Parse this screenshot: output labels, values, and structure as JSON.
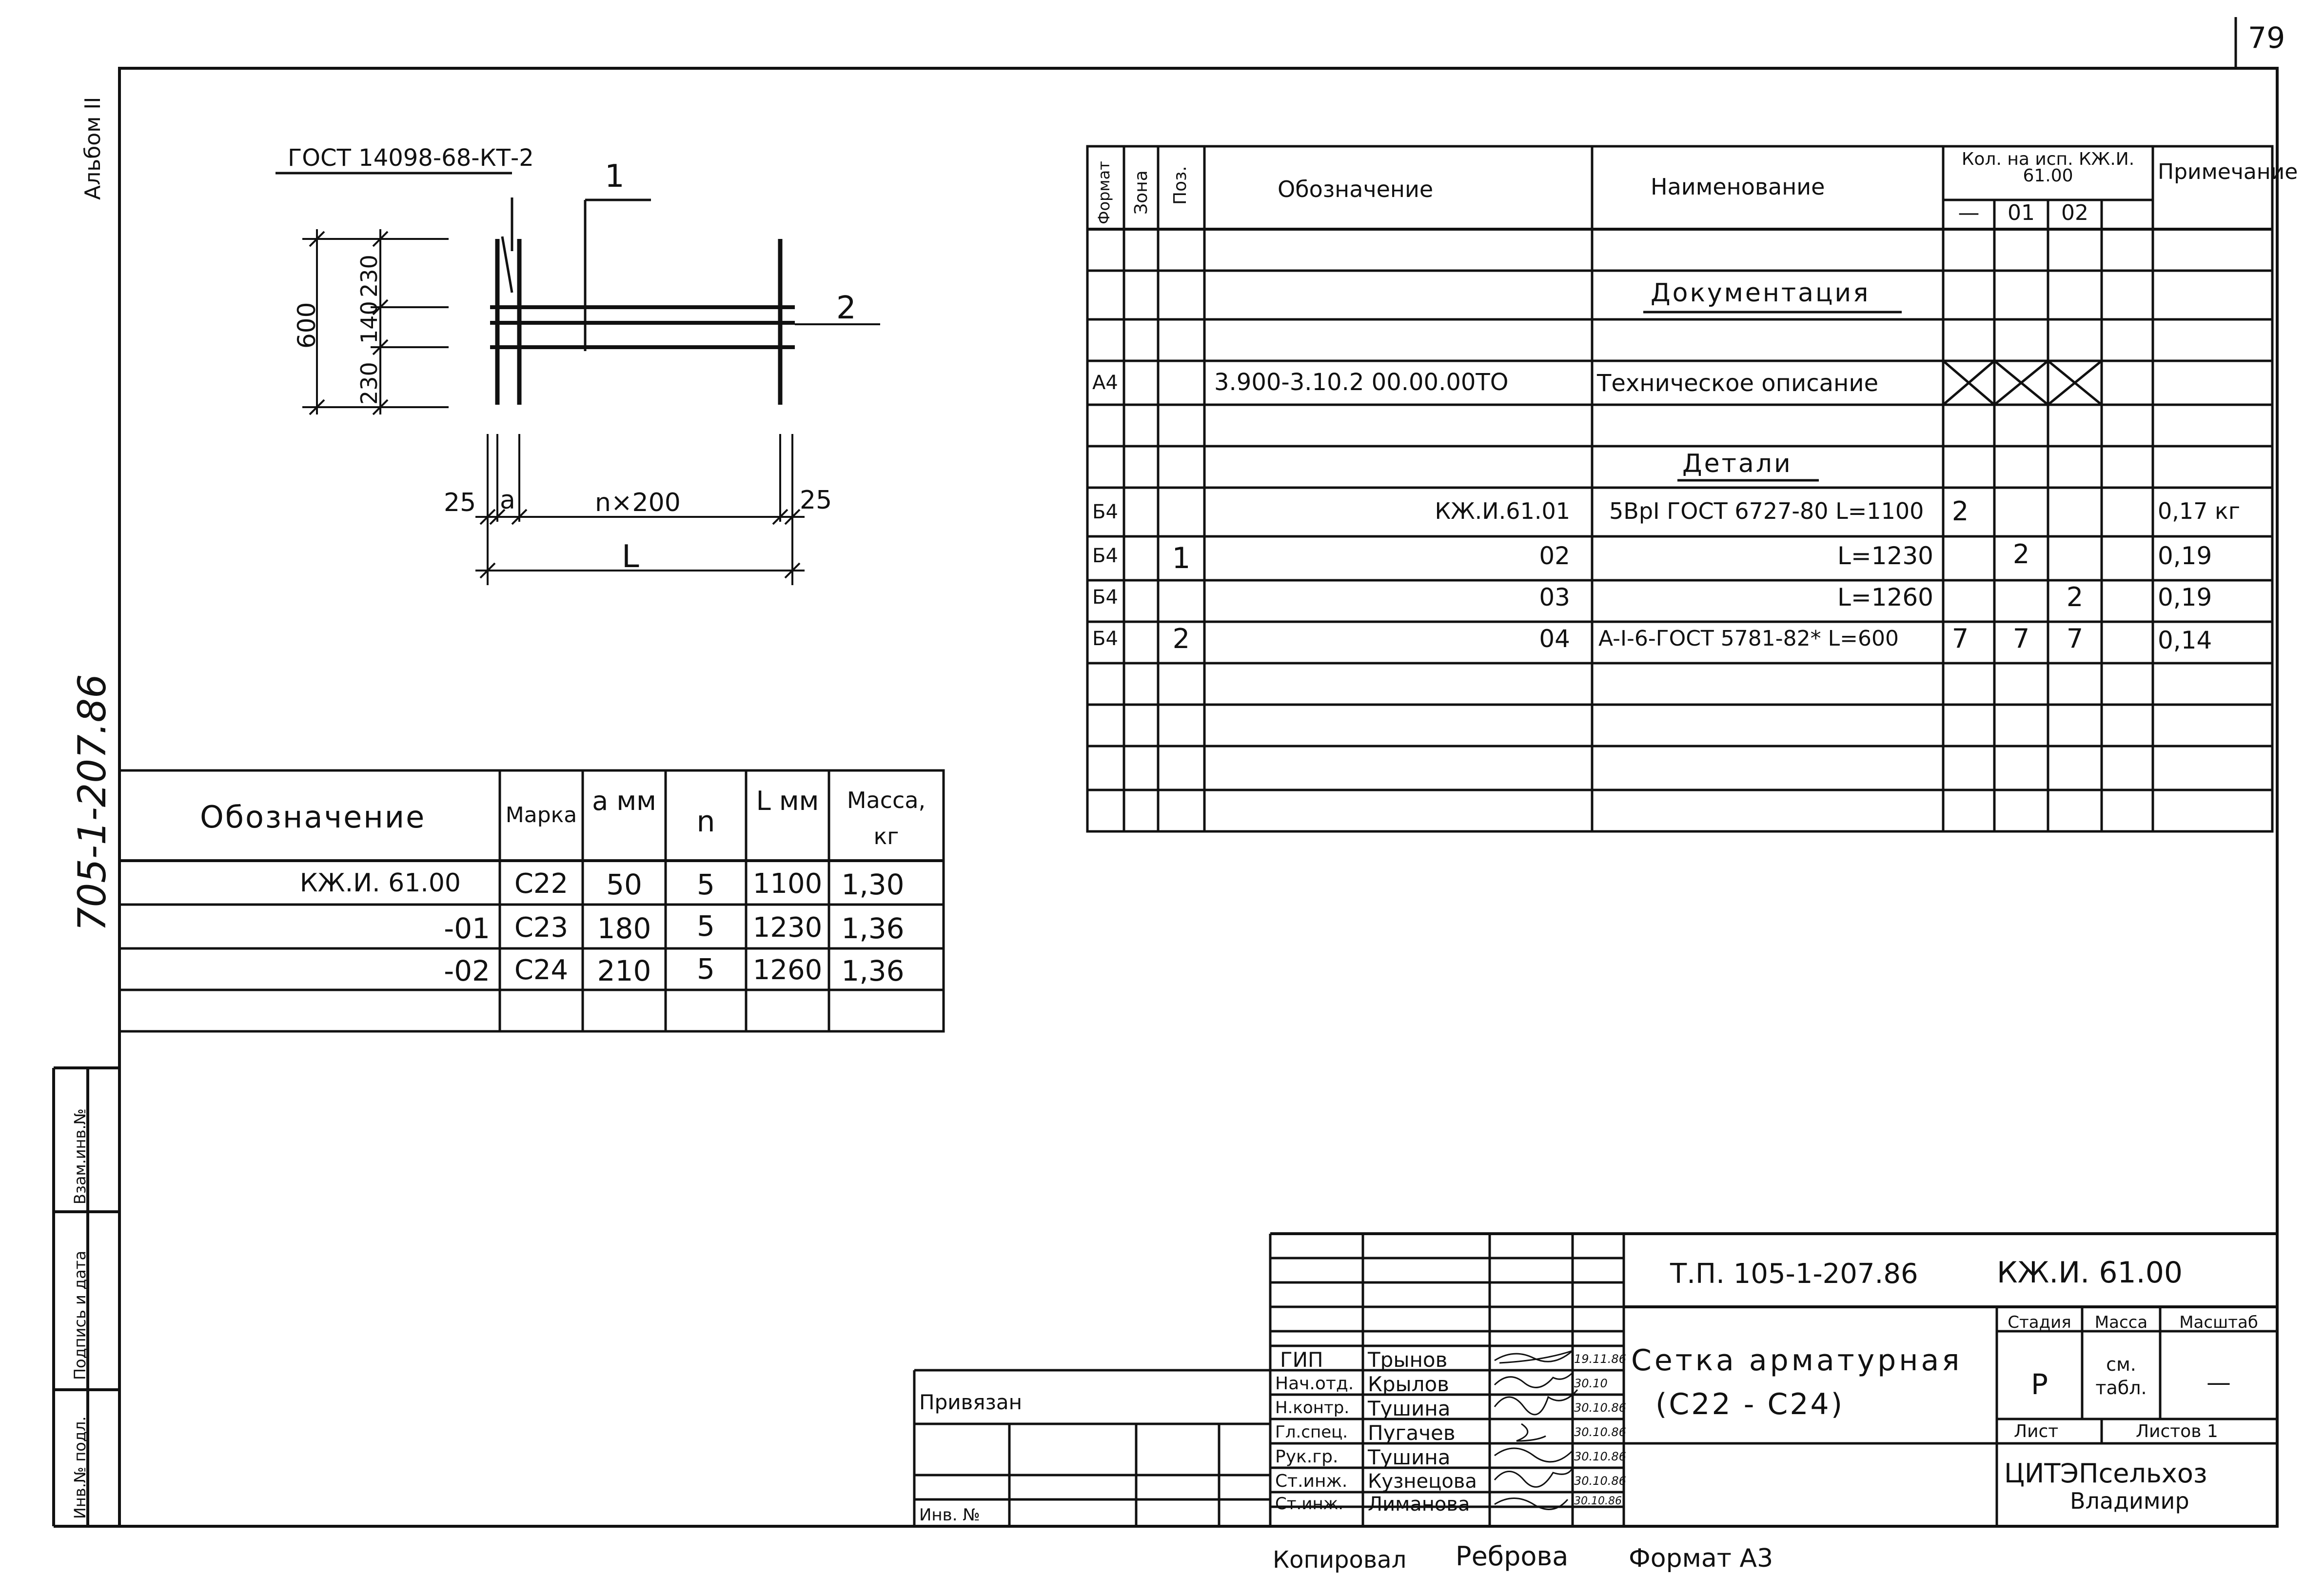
{
  "page": {
    "sheet_number": "79",
    "album_label": "Альбом II",
    "project_side_code": "705-1-207.86",
    "left_stamp": [
      "Взам.инв.№",
      "Подпись и дата",
      "Инв.№ подл."
    ],
    "footer": {
      "copied_label": "Копировал",
      "copier": "Реброва",
      "format_label": "Формат А3"
    }
  },
  "drawing": {
    "gost_label": "ГОСТ 14098-68-КТ-2",
    "callout_1": "1",
    "callout_2": "2",
    "dim_600": "600",
    "dim_230_top": "230",
    "dim_140": "140",
    "dim_230_bottom": "230",
    "dim_25_left": "25",
    "dim_a": "a",
    "dim_nx200": "n×200",
    "dim_25_right": "25",
    "dim_L": "L"
  },
  "marks_table": {
    "headers": [
      "Обозначение",
      "Марка",
      "a мм",
      "n",
      "L мм",
      "Масса, кг"
    ],
    "rows": [
      [
        "КЖ.И. 61.00",
        "С22",
        "50",
        "5",
        "1100",
        "1,30"
      ],
      [
        "-01",
        "С23",
        "180",
        "5",
        "1230",
        "1,36"
      ],
      [
        "-02",
        "С24",
        "210",
        "5",
        "1260",
        "1,36"
      ]
    ]
  },
  "spec_table": {
    "headers": {
      "format": "Формат",
      "zone": "Зона",
      "pos": "Поз.",
      "designation": "Обозначение",
      "name": "Наименование",
      "qty_title": "Кол. на исп. КЖ.И. 61.00",
      "qty_cols": [
        "—",
        "01",
        "02"
      ],
      "note": "Примечание"
    },
    "section_docs": "Документация",
    "doc_row": {
      "format": "А4",
      "designation": "3.900-3.10.2 00.00.00ТО",
      "name": "Техническое описание"
    },
    "section_parts": "Детали",
    "rows": [
      {
        "format": "Б4",
        "pos": "1",
        "designation": "КЖ.И.61.01",
        "name": "5ВрI ГОСТ 6727-80 L=1100",
        "q1": "2",
        "q2": "",
        "q3": "",
        "note": "0,17 кг"
      },
      {
        "format": "Б4",
        "pos": "",
        "designation": "02",
        "name": "L=1230",
        "q1": "",
        "q2": "2",
        "q3": "",
        "note": "0,19"
      },
      {
        "format": "Б4",
        "pos": "",
        "designation": "03",
        "name": "L=1260",
        "q1": "",
        "q2": "",
        "q3": "2",
        "note": "0,19"
      },
      {
        "format": "Б4",
        "pos": "2",
        "designation": "04",
        "name": "A-I-6-ГОСТ 5781-82* L=600",
        "q1": "7",
        "q2": "7",
        "q3": "7",
        "note": "0,14"
      }
    ]
  },
  "title_block": {
    "project_code": "Т.П. 105-1-207.86",
    "doc_code": "КЖ.И. 61.00",
    "title_line1": "Сетка арматурная",
    "title_line2": "(С22 - С24)",
    "stage_label": "Стадия",
    "mass_label": "Масса",
    "scale_label": "Масштаб",
    "stage_value": "Р",
    "mass_value": "см. табл.",
    "scale_value": "—",
    "sheet_label": "Лист",
    "sheets_label": "Листов 1",
    "org_line1": "ЦИТЭПсельхоз",
    "org_line2": "Владимир",
    "linked_label": "Привязан",
    "inv_label": "Инв. №",
    "staff": [
      {
        "role": "ГИП",
        "name": "Трынов",
        "date": "19.11.86"
      },
      {
        "role": "Нач.отд.",
        "name": "Крылов",
        "date": "30.10"
      },
      {
        "role": "Н.контр.",
        "name": "Тушина",
        "date": "30.10.86"
      },
      {
        "role": "Гл.спец.",
        "name": "Пугачев",
        "date": "30.10.86"
      },
      {
        "role": "Рук.гр.",
        "name": "Тушина",
        "date": "30.10.86"
      },
      {
        "role": "Ст.инж.",
        "name": "Кузнецова",
        "date": "30.10.86"
      },
      {
        "role": "Ст.инж.",
        "name": "Лиманова",
        "date": "30.10.86"
      }
    ]
  }
}
